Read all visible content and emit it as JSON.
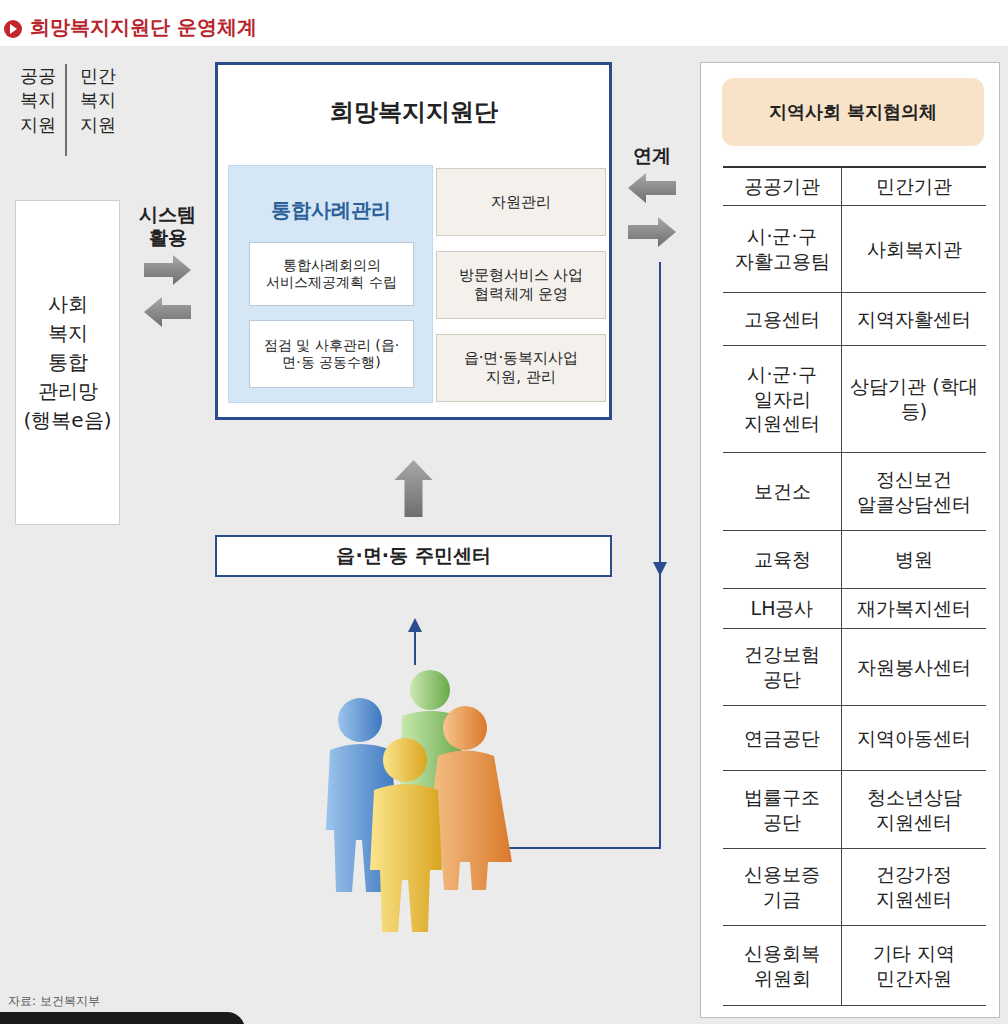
{
  "diagram": {
    "title": "희망복지지원단 운영체계",
    "nodes": [
      {
        "text": [
          "희망복지지원단"
        ]
      },
      {
        "text": [
          "통합사례관리"
        ],
        "in": 0
      },
      {
        "text": [
          "통합사례회의의 서비스제공계획 수립"
        ],
        "in": 1
      },
      {
        "text": [
          "점검 및 사후관리 (읍·면·동 공동수행)"
        ],
        "in": 1
      },
      {
        "text": [
          "자원관리"
        ],
        "in": 0
      },
      {
        "text": [
          "방문형서비스 사업 협력체계 운영"
        ],
        "in": 0
      },
      {
        "text": [
          "읍·면·동복지사업 지원, 관리"
        ],
        "in": 0
      },
      {
        "text": [
          "사회 복지 통합 관리망 (행복e음)"
        ]
      },
      {
        "text": [
          "읍·면·동 주민센터"
        ]
      },
      {
        "text": [
          "지역사회 복지협의체"
        ]
      }
    ],
    "edges": [
      {
        "from": 7,
        "to": 0,
        "label": "시스템 활용",
        "arrow": "both"
      },
      {
        "from": 0,
        "to": 9,
        "label": "연계",
        "arrow": "both"
      },
      {
        "from": 8,
        "to": 0,
        "arrow": "to"
      }
    ],
    "labels": [
      "공공 복지 지원",
      "민간 복지 지원",
      "공공기관",
      "민간기관",
      "시·군·구 자활고용팀",
      "사회복지관",
      "고용센터",
      "지역자활센터",
      "시·군·구 일자리 지원센터",
      "상담기관 (학대 등)",
      "보건소",
      "정신보건 알콜상담센터",
      "교육청",
      "병원",
      "LH공사",
      "재가복지센터",
      "건강보험 공단",
      "자원봉사센터",
      "연금공단",
      "지역아동센터",
      "법률구조 공단",
      "청소년상담 지원센터",
      "신용보증 기금",
      "건강가정 지원센터",
      "신용회복 위원회",
      "기타 지역 민간자원",
      "자료: 보건복지부"
    ]
  }
}
